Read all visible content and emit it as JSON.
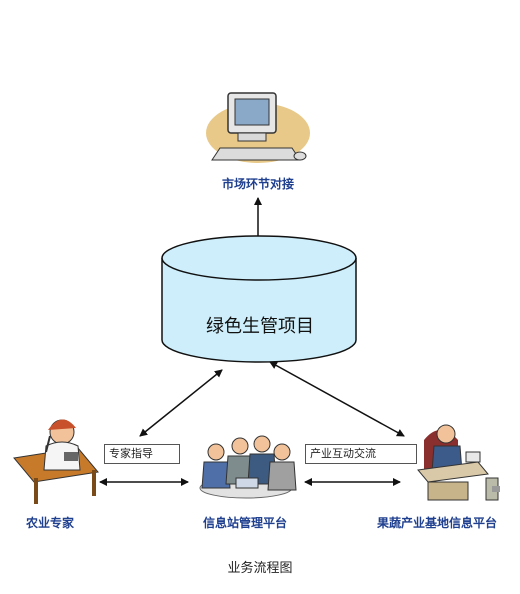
{
  "nodes": {
    "market": "市场环节对接",
    "project": "绿色生管项目",
    "expert": "农业专家",
    "station": "信息站管理平台",
    "base": "果蔬产业基地信息平台"
  },
  "edge_labels": {
    "expert_guidance": "专家指导",
    "industry_exchange": "产业互动交流"
  },
  "caption": "业务流程图",
  "icons": {
    "market": "computer-icon",
    "expert": "farmer-phone-icon",
    "station": "people-meeting-icon",
    "base": "office-worker-icon"
  },
  "colors": {
    "cylinder_fill": "#cdeefa",
    "label_blue": "#1f3f8f",
    "arrow": "#111111"
  }
}
